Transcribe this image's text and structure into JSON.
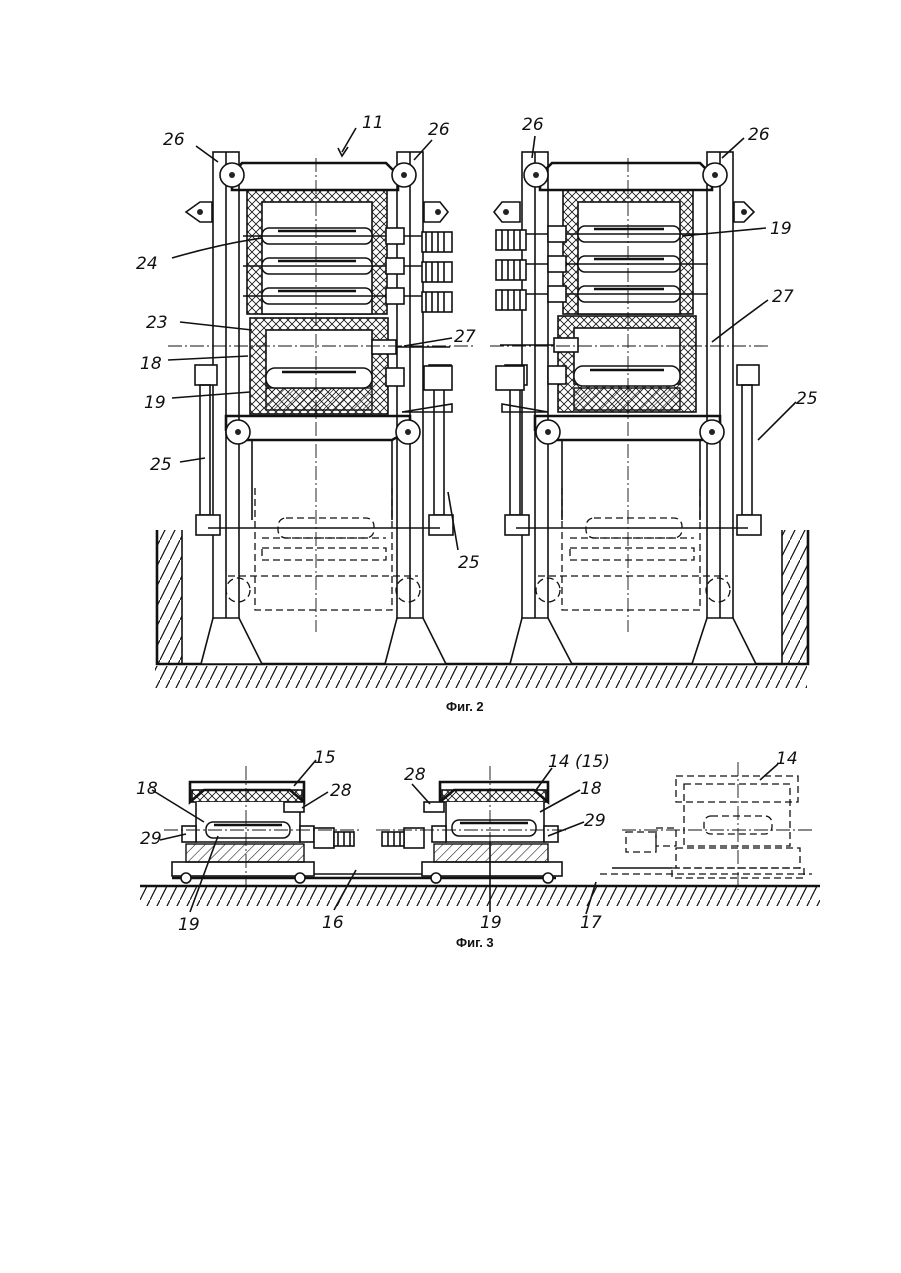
{
  "figures": [
    {
      "id": "fig2",
      "caption": "Фиг. 2",
      "labels": [
        "11",
        "26",
        "26",
        "26",
        "26",
        "24",
        "23",
        "18",
        "19",
        "25",
        "27",
        "19",
        "27",
        "25",
        "25"
      ]
    },
    {
      "id": "fig3",
      "caption": "Фиг. 3",
      "labels": [
        "15",
        "18",
        "28",
        "29",
        "19",
        "16",
        "28",
        "14 (15)",
        "18",
        "29",
        "19",
        "17",
        "14"
      ]
    }
  ]
}
